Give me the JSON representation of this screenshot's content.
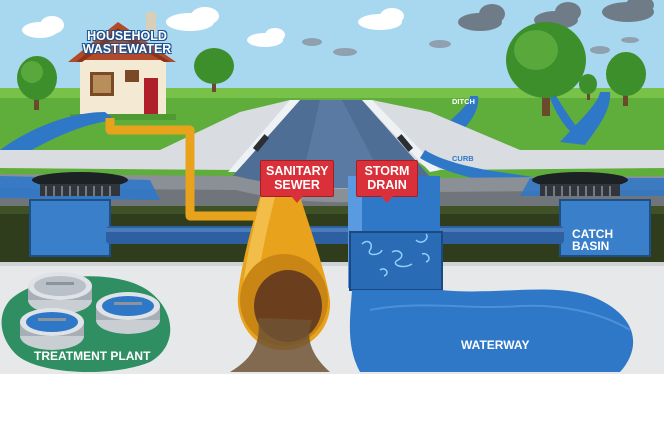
{
  "labels": {
    "household_line1": "HOUSEHOLD",
    "household_line2": "WASTEWATER",
    "ditch": "DITCH",
    "curb": "CURB",
    "sanitary_line1": "SANITARY",
    "sanitary_line2": "SEWER",
    "storm_line1": "STORM",
    "storm_line2": "DRAIN",
    "catch_line1": "CATCH",
    "catch_line2": "BASIN",
    "treatment": "TREATMENT PLANT",
    "waterway": "WATERWAY"
  },
  "colors": {
    "sky": "#a8d8ef",
    "grass": "#5fae3b",
    "water": "#2f78c8",
    "sanitary_pipe": "#e8a21b",
    "label_red": "#d9303a",
    "ground": "#2f3d1d",
    "plant_green": "#2f8f62"
  },
  "icons": [
    "cloud-icon",
    "tree-icon",
    "house-icon",
    "grate-icon",
    "fish-icon"
  ]
}
